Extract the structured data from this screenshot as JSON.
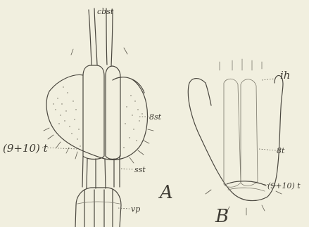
{
  "labels": {
    "A": {
      "top": "cbst",
      "side": "8st",
      "left": "(9+10) t",
      "lower": "sst",
      "bottom": "vp",
      "panel": "A"
    },
    "B": {
      "top": "ih",
      "mid": "8t",
      "low": "(9+10) t",
      "panel": "B"
    }
  },
  "colors": {
    "paper": "#f1efdf",
    "ink": "#4a473f"
  }
}
